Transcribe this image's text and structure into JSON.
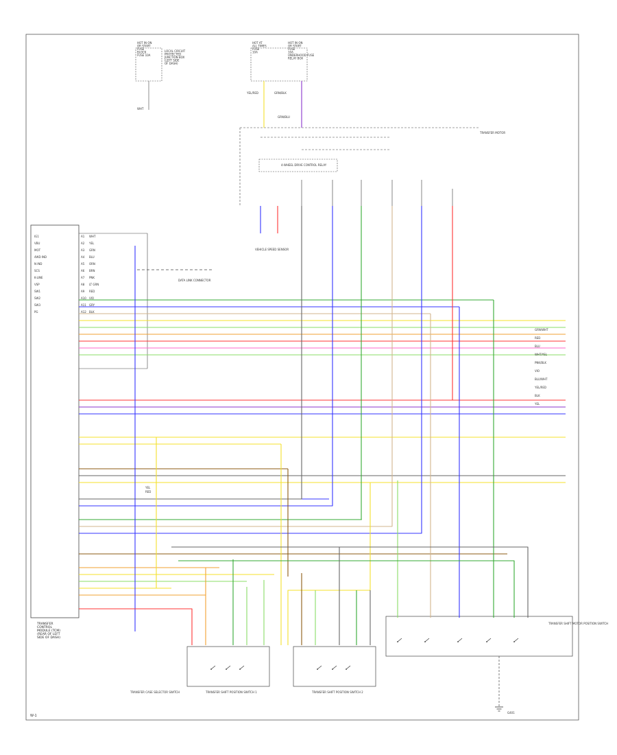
{
  "colors": {
    "green": "#33aa33",
    "blue": "#3333ff",
    "yellow": "#f4e12a",
    "orange": "#f2a030",
    "red": "#ff3333",
    "pink": "#ff66cc",
    "violet": "#8833cc",
    "light_green": "#88dd66",
    "gray": "#666666",
    "dark_gray": "#333333",
    "brown": "#8b5a10",
    "tan": "#d2b48c",
    "black": "#222222"
  },
  "module": {
    "name_lines": [
      "TRANSFER",
      "CONTROL",
      "MODULE (TCM)",
      "(REAR OF LEFT",
      "SIDE OF DASH)"
    ]
  },
  "fuse_box_left": {
    "label_lines": [
      "HOT IN ON",
      "OR START",
      "FUSE",
      "BLOCK",
      "FUSE 10A"
    ],
    "description_lines": [
      "LOCAL CIRCUIT",
      "PROTECTED",
      "JUNCTION BOX",
      "(LEFT SIDE",
      "OF DASH)"
    ],
    "wire_label": "WHT"
  },
  "fuse_box_right": {
    "left_label_lines": [
      "HOT AT",
      "ALL TIMES",
      "FUSE",
      "10A"
    ],
    "right_label_lines": [
      "HOT IN ON",
      "OR START",
      "FUSE",
      "10A",
      "UNDERHOOD FUSE",
      "RELAY BOX"
    ],
    "wire_labels": [
      "YEL/RED",
      "GRN/BLK",
      "GRN/BLU"
    ]
  },
  "labels": {
    "transfer_motor": "TRANSFER MOTOR",
    "control_relay": "4-WHEEL DRIVE CONTROL RELAY",
    "data_link": "DATA LINK CONNECTOR",
    "vehicle_speed": "VEHICLE SPEED SENSOR",
    "selector": "TRANSFER CASE SELECTOR SWITCH",
    "position_switch_1": "TRANSFER SHIFT POSITION SWITCH 1",
    "position_switch_2": "TRANSFER SHIFT POSITION SWITCH 2",
    "switch_3": "TRANSFER SHIFT MOTOR POSITION SWITCH",
    "ground": "G401",
    "footer": "W-1"
  },
  "module_pins": [
    {
      "pin": "A1",
      "name": "IG1",
      "color": "WHT"
    },
    {
      "pin": "A2",
      "name": "VBU",
      "color": "YEL"
    },
    {
      "pin": "A3",
      "name": "MOT",
      "color": "GRN"
    },
    {
      "pin": "A4",
      "name": "4WD IND",
      "color": "BLU"
    },
    {
      "pin": "A5",
      "name": "N IND",
      "color": "ORN"
    },
    {
      "pin": "A6",
      "name": "SCS",
      "color": "BRN"
    },
    {
      "pin": "A7",
      "name": "K-LINE",
      "color": "PNK"
    },
    {
      "pin": "A8",
      "name": "VSP",
      "color": "LT GRN"
    },
    {
      "pin": "A9",
      "name": "SW1",
      "color": "RED"
    },
    {
      "pin": "A10",
      "name": "SW2",
      "color": "VIO"
    },
    {
      "pin": "A11",
      "name": "SW3",
      "color": "GRY"
    },
    {
      "pin": "A12",
      "name": "PG",
      "color": "BLK"
    }
  ],
  "right_edge_labels": [
    "GRN/WHT",
    "RED",
    "BLU",
    "WHT/YEL",
    "PNK/BLK",
    "VIO",
    "BLU/WHT",
    "YEL/RED",
    "BLK",
    "YEL"
  ],
  "mid_labels": [
    "YEL",
    "RED"
  ]
}
